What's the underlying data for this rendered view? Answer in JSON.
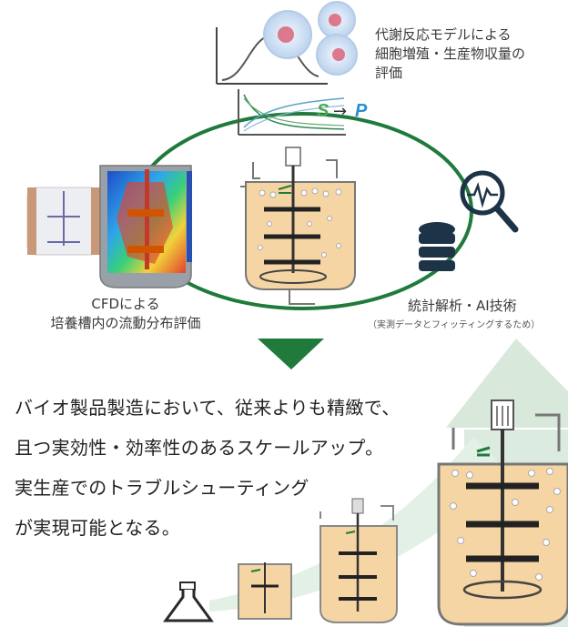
{
  "labels": {
    "metabolic_model": [
      "代謝反応モデルによる",
      "細胞増殖・生産物収量の",
      "評価"
    ],
    "cfd": [
      "CFDによる",
      "培養槽内の流動分布評価"
    ],
    "stats": "統計解析・AI技術",
    "stats_note": "（実測データとフィッティングするため）",
    "sp_s": "S",
    "sp_arrow": "→",
    "sp_p": "P"
  },
  "main_text": [
    "バイオ製品製造において、従来よりも精緻で、",
    "且つ実効性・効率性のあるスケールアップ。",
    "実生産でのトラブルシューティング",
    "が実現可能となる。"
  ],
  "colors": {
    "green": "#1f7a3c",
    "vessel_fill": "#f6d5a4",
    "vessel_stroke": "#777777",
    "arrow_up": "#dcebe0",
    "navy": "#1d3347"
  }
}
